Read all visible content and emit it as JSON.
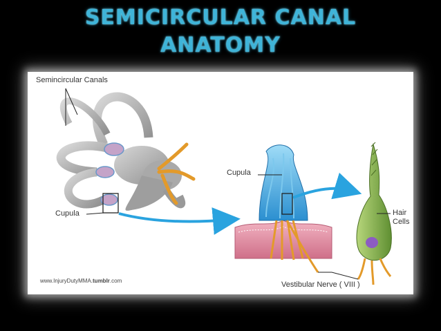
{
  "slide": {
    "title_line1": "SEMICIRCULAR CANAL",
    "title_line2": "ANATOMY"
  },
  "figure": {
    "labels": {
      "semicircular_canals": "Semincircular Canals",
      "cupula_left": "Cupula",
      "cupula_middle": "Cupula",
      "hair_cells_line1": "Hair",
      "hair_cells_line2": "Cells",
      "vestibular_nerve": "Vestibular Nerve ( VIII )"
    },
    "credit": {
      "site_prefix": "www.InjuryDutyMMA.",
      "site_suffix": "tumblr",
      "site_tld": ".com"
    }
  },
  "colors": {
    "title": "#3fb4d8",
    "canal_gray": "#b9b9b9",
    "cupula_blue": "#5bb8e6",
    "nerve_orange": "#e39a2a",
    "hair_cell_green": "#8db654",
    "arrow_blue": "#2aa3df",
    "tissue_pink": "#e08aa0"
  }
}
